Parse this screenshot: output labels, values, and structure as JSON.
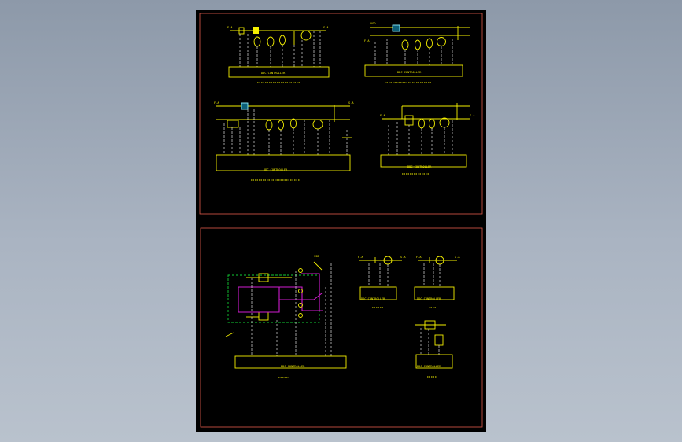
{
  "drawing": {
    "frame_color": "#e05a4a",
    "line_color": "#f5f000",
    "secondary_color": "#d01cd0",
    "dashed_color": "#11cc33"
  },
  "panel_top": {
    "diagram1": {
      "controller": "DDC CONTROLLER",
      "left_tag": "F.A",
      "right_tag": "S.A"
    },
    "diagram2": {
      "controller": "DDC CONTROLLER",
      "left_tag": "F.A",
      "top_tag": "VSD"
    },
    "diagram3": {
      "controller": "DDC CONTROLLER",
      "left_tag": "F.A",
      "right_tag": "S.A"
    },
    "diagram4": {
      "controller": "DDC CONTROLLER",
      "left_tag": "F.A",
      "right_tag": "S.A"
    }
  },
  "panel_bottom": {
    "diagram5": {
      "controller": "DDC CONTROLLER",
      "tag": "VSD"
    },
    "diagram6": {
      "controller": "DDC CONTROLLER",
      "left_tag": "F.A",
      "right_tag": "S.A"
    },
    "diagram7": {
      "controller": "DDC CONTROLLER",
      "left_tag": "F.A",
      "right_tag": "S.A"
    },
    "diagram8": {
      "controller": "DDC CONTROLLER"
    }
  }
}
